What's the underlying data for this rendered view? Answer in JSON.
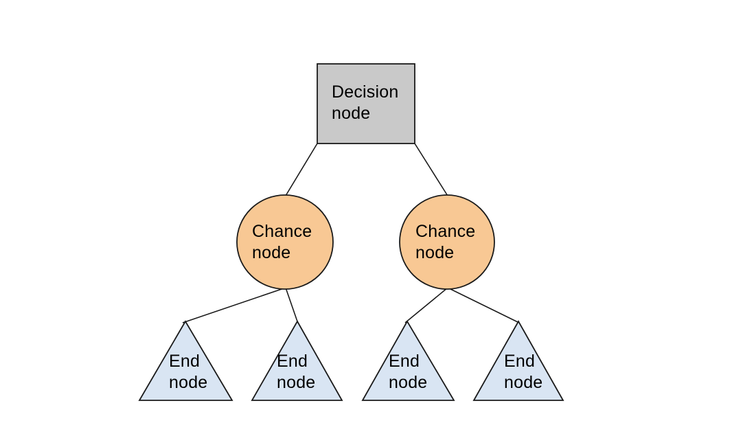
{
  "diagram": {
    "type": "decision-tree"
  },
  "colors": {
    "background": "#ffffff",
    "stroke": "#1a1a1a",
    "text": "#000000",
    "decision_fill": "#c9c9c9",
    "chance_fill": "#f8c894",
    "end_fill": "#d9e5f3"
  },
  "nodes": {
    "decision": {
      "label": "Decision\nnode"
    },
    "chance_left": {
      "label": "Chance\nnode"
    },
    "chance_right": {
      "label": "Chance\nnode"
    },
    "end_1": {
      "label": "End\nnode"
    },
    "end_2": {
      "label": "End\nnode"
    },
    "end_3": {
      "label": "End\nnode"
    },
    "end_4": {
      "label": "End\nnode"
    }
  }
}
